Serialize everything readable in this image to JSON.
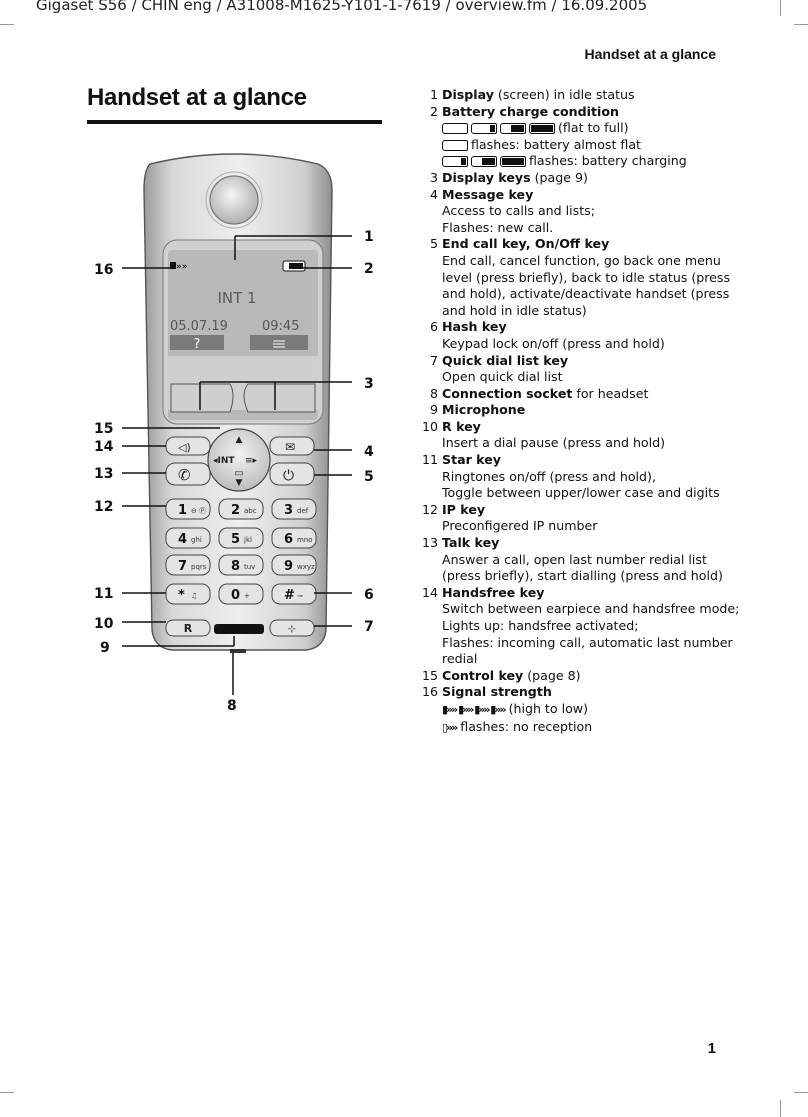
{
  "running_head": "Gigaset S56 / CHIN eng / A31008-M1625-Y101-1-7619 / overview.fm / 16.09.2005",
  "section_head": "Handset at a glance",
  "page_title": "Handset at a glance",
  "page_number": "1",
  "phone": {
    "display_int": "INT 1",
    "display_date": "05.07.19",
    "display_time": "09:45",
    "softkey_left": "?",
    "nav_left": "◂INT",
    "nav_right": "≡▸",
    "keys": [
      {
        "main": "1",
        "sub": "⊖ Ⓟ"
      },
      {
        "main": "2",
        "sub": "abc"
      },
      {
        "main": "3",
        "sub": "def"
      },
      {
        "main": "4",
        "sub": "ghi"
      },
      {
        "main": "5",
        "sub": "jkl"
      },
      {
        "main": "6",
        "sub": "mno"
      },
      {
        "main": "7",
        "sub": "pqrs"
      },
      {
        "main": "8",
        "sub": "tuv"
      },
      {
        "main": "9",
        "sub": "wxyz"
      },
      {
        "main": "*",
        "sub": "♫"
      },
      {
        "main": "0",
        "sub": "+"
      },
      {
        "main": "#",
        "sub": "⊸"
      }
    ],
    "r_key": "R",
    "callouts": [
      "1",
      "2",
      "3",
      "4",
      "5",
      "6",
      "7",
      "8",
      "9",
      "10",
      "11",
      "12",
      "13",
      "14",
      "15",
      "16"
    ]
  },
  "legend": [
    {
      "num": "1",
      "title": "Display",
      "rest": " (screen) in idle status",
      "lines": []
    },
    {
      "num": "2",
      "title": "Battery charge condition",
      "rest": "",
      "lines": [
        "(flat to full)",
        "flashes: battery almost flat",
        "flashes: battery charging"
      ]
    },
    {
      "num": "3",
      "title": "Display keys",
      "rest": " (page 9)",
      "lines": []
    },
    {
      "num": "4",
      "title": "Message key",
      "rest": "",
      "lines": [
        "Access to calls and lists;",
        "Flashes: new call."
      ]
    },
    {
      "num": "5",
      "title": "End call key, On/Off key",
      "rest": "",
      "lines": [
        "End call, cancel function, go back one menu level (press briefly), back to idle status (press and hold), activate/deactivate handset (press and hold in idle status)"
      ]
    },
    {
      "num": "6",
      "title": "Hash key",
      "rest": "",
      "lines": [
        "Keypad lock on/off (press and hold)"
      ]
    },
    {
      "num": "7",
      "title": "Quick dial list key",
      "rest": "",
      "lines": [
        "Open quick dial list"
      ]
    },
    {
      "num": "8",
      "title": "Connection socket",
      "rest": " for headset",
      "lines": []
    },
    {
      "num": "9",
      "title": "Microphone",
      "rest": "",
      "lines": []
    },
    {
      "num": "10",
      "title": "R key",
      "rest": "",
      "lines": [
        "Insert a dial pause (press and hold)"
      ]
    },
    {
      "num": "11",
      "title": "Star key",
      "rest": "",
      "lines": [
        "Ringtones on/off (press and hold),",
        "Toggle between upper/lower case and digits"
      ]
    },
    {
      "num": "12",
      "title": "IP key",
      "rest": "",
      "lines": [
        "Preconfigered IP number"
      ]
    },
    {
      "num": "13",
      "title": "Talk key",
      "rest": "",
      "lines": [
        "Answer a call, open last number redial list (press briefly), start dialling (press and hold)"
      ]
    },
    {
      "num": "14",
      "title": "Handsfree key",
      "rest": "",
      "lines": [
        "Switch between earpiece and handsfree mode;",
        "Lights up: handsfree activated;",
        "Flashes: incoming call, automatic last number redial"
      ]
    },
    {
      "num": "15",
      "title": "Control key",
      "rest": " (page 8)",
      "lines": []
    },
    {
      "num": "16",
      "title": "Signal strength",
      "rest": "",
      "lines": [
        "(high to low)",
        "flashes: no reception"
      ]
    }
  ]
}
